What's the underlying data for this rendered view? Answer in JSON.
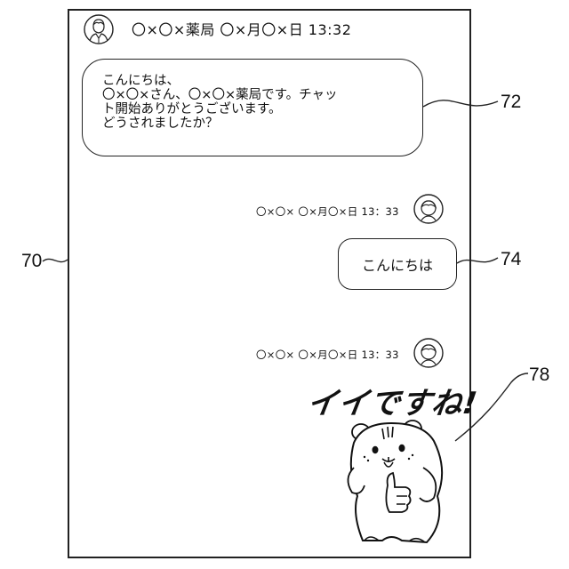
{
  "header": {
    "title": "〇×〇×薬局 〇×月〇×日 13:32",
    "avatar_icon": "pharmacist-avatar-icon"
  },
  "messages": [
    {
      "sender": "pharmacy",
      "lines": [
        "こんにちは、",
        "〇×〇×さん、〇×〇×薬局です。チャッ",
        "ト開始ありがとうございます。",
        "どうされましたか？"
      ]
    },
    {
      "sender": "user",
      "meta": "〇×〇× 〇×月〇×日 13：33",
      "avatar_icon": "user-avatar-icon",
      "text": "こんにちは"
    },
    {
      "sender": "user",
      "meta": "〇×〇× 〇×月〇×日 13：33",
      "avatar_icon": "user-avatar-icon",
      "sticker_text": "イイですね!",
      "sticker_icon": "hamster-thumbs-up-sticker"
    }
  ],
  "reference_numerals": {
    "screen": "70",
    "pharmacy_message": "72",
    "user_message": "74",
    "sticker": "78"
  }
}
